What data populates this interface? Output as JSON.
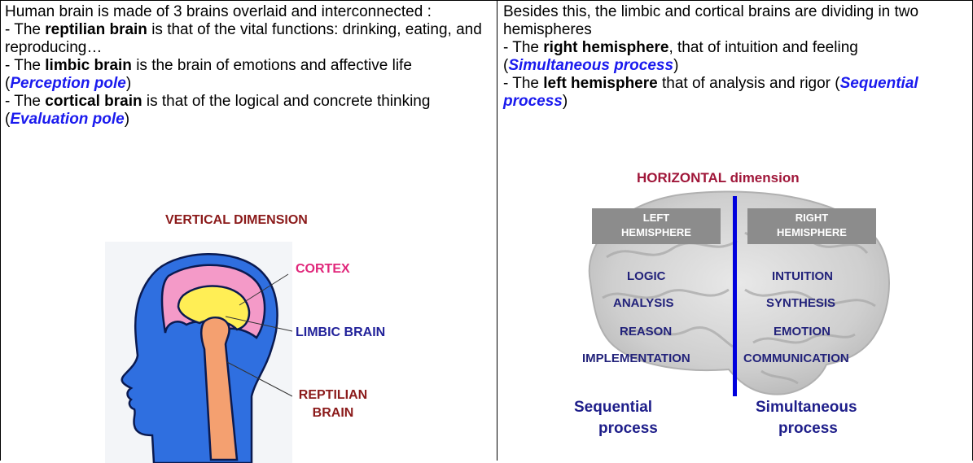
{
  "left_cell": {
    "intro": "Human brain is made of 3 brains overlaid and interconnected :",
    "reptilian": {
      "prefix": "- The ",
      "term": "reptilian brain",
      "rest": " is that of the vital functions: drinking, eating, and reproducing…"
    },
    "limbic": {
      "prefix": "- The ",
      "term": "limbic brain",
      "rest": " is the brain of emotions and affective life (",
      "pole": "Perception pole",
      "close": ")"
    },
    "cortical": {
      "prefix": "- The ",
      "term": "cortical brain",
      "rest": " is that of the logical and concrete thinking (",
      "pole": "Evaluation pole",
      "close": ")"
    },
    "figure": {
      "title": "VERTICAL DIMENSION",
      "label_cortex": "CORTEX",
      "label_limbic": "LIMBIC BRAIN",
      "label_reptilian_1": "REPTILIAN",
      "label_reptilian_2": "BRAIN"
    }
  },
  "right_cell": {
    "intro": "Besides this, the limbic and cortical brains are dividing in two hemispheres",
    "right_hemi": {
      "prefix": "- The ",
      "term": "right hemisphere",
      "rest": ", that of intuition and feeling (",
      "pole": "Simultaneous process",
      "close": ")"
    },
    "left_hemi": {
      "prefix": "- The ",
      "term": "left hemisphere",
      "rest": " that of analysis and rigor (",
      "pole": "Sequential process",
      "close": ")"
    },
    "figure": {
      "title": "HORIZONTAL dimension",
      "left_box_1": "LEFT",
      "left_box_2": "HEMISPHERE",
      "right_box_1": "RIGHT",
      "right_box_2": "HEMISPHERE",
      "left_skills": [
        "LOGIC",
        "ANALYSIS",
        "REASON",
        "IMPLEMENTATION"
      ],
      "right_skills": [
        "INTUITION",
        "SYNTHESIS",
        "EMOTION",
        "COMMUNICATION"
      ],
      "left_process_1": "Sequential",
      "left_process_2": "process",
      "right_process_1": "Simultaneous",
      "right_process_2": "process"
    }
  },
  "colors": {
    "pole_blue": "#1a1aee",
    "vertical_title": "#8b1a1a",
    "cortex": "#e0267a",
    "limbic_label": "#22229a",
    "horizontal_title": "#a0173a",
    "divider": "#0000dd",
    "hemisphere_box": "#8c8c8c",
    "head_blue": "#2f6fe0",
    "cortex_pink": "#f49ac8",
    "limbic_yellow": "#ffee55",
    "brainstem_orange": "#f4a070"
  }
}
